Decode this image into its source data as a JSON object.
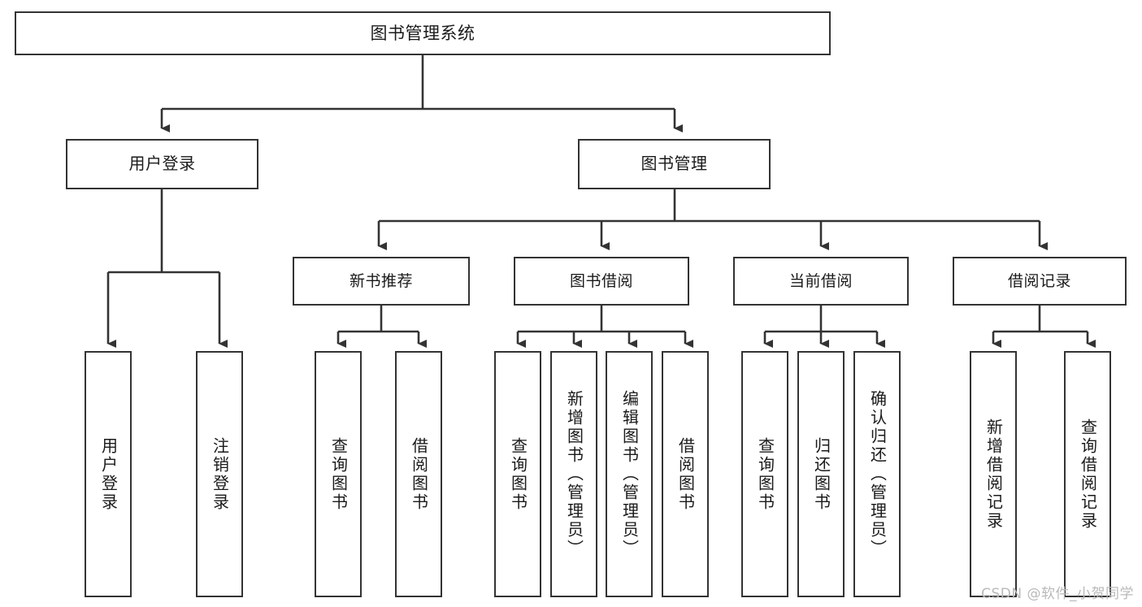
{
  "diagram": {
    "type": "tree",
    "title": "图书管理系统",
    "colors": {
      "box_border": "#333333",
      "box_fill": "#ffffff",
      "edge": "#333333",
      "text": "#1a1a1a",
      "watermark": "#b9b9b9"
    },
    "root": {
      "label": "图书管理系统"
    },
    "level1": [
      {
        "label": "用户登录"
      },
      {
        "label": "图书管理"
      }
    ],
    "level2": [
      {
        "label": "新书推荐"
      },
      {
        "label": "图书借阅"
      },
      {
        "label": "当前借阅"
      },
      {
        "label": "借阅记录"
      }
    ],
    "leaves": {
      "user_login": [
        {
          "label": "用户登录"
        },
        {
          "label": "注销登录"
        }
      ],
      "new_book_recommend": [
        {
          "label": "查询图书"
        },
        {
          "label": "借阅图书"
        }
      ],
      "book_borrow": [
        {
          "label": "查询图书"
        },
        {
          "label": "新增图书（管理员）"
        },
        {
          "label": "编辑图书（管理员）"
        },
        {
          "label": "借阅图书"
        }
      ],
      "current_borrow": [
        {
          "label": "查询图书"
        },
        {
          "label": "归还图书"
        },
        {
          "label": "确认归还（管理员）"
        }
      ],
      "borrow_record": [
        {
          "label": "新增借阅记录"
        },
        {
          "label": "查询借阅记录"
        }
      ]
    },
    "watermark": "CSDN @软件_小贺同学"
  }
}
